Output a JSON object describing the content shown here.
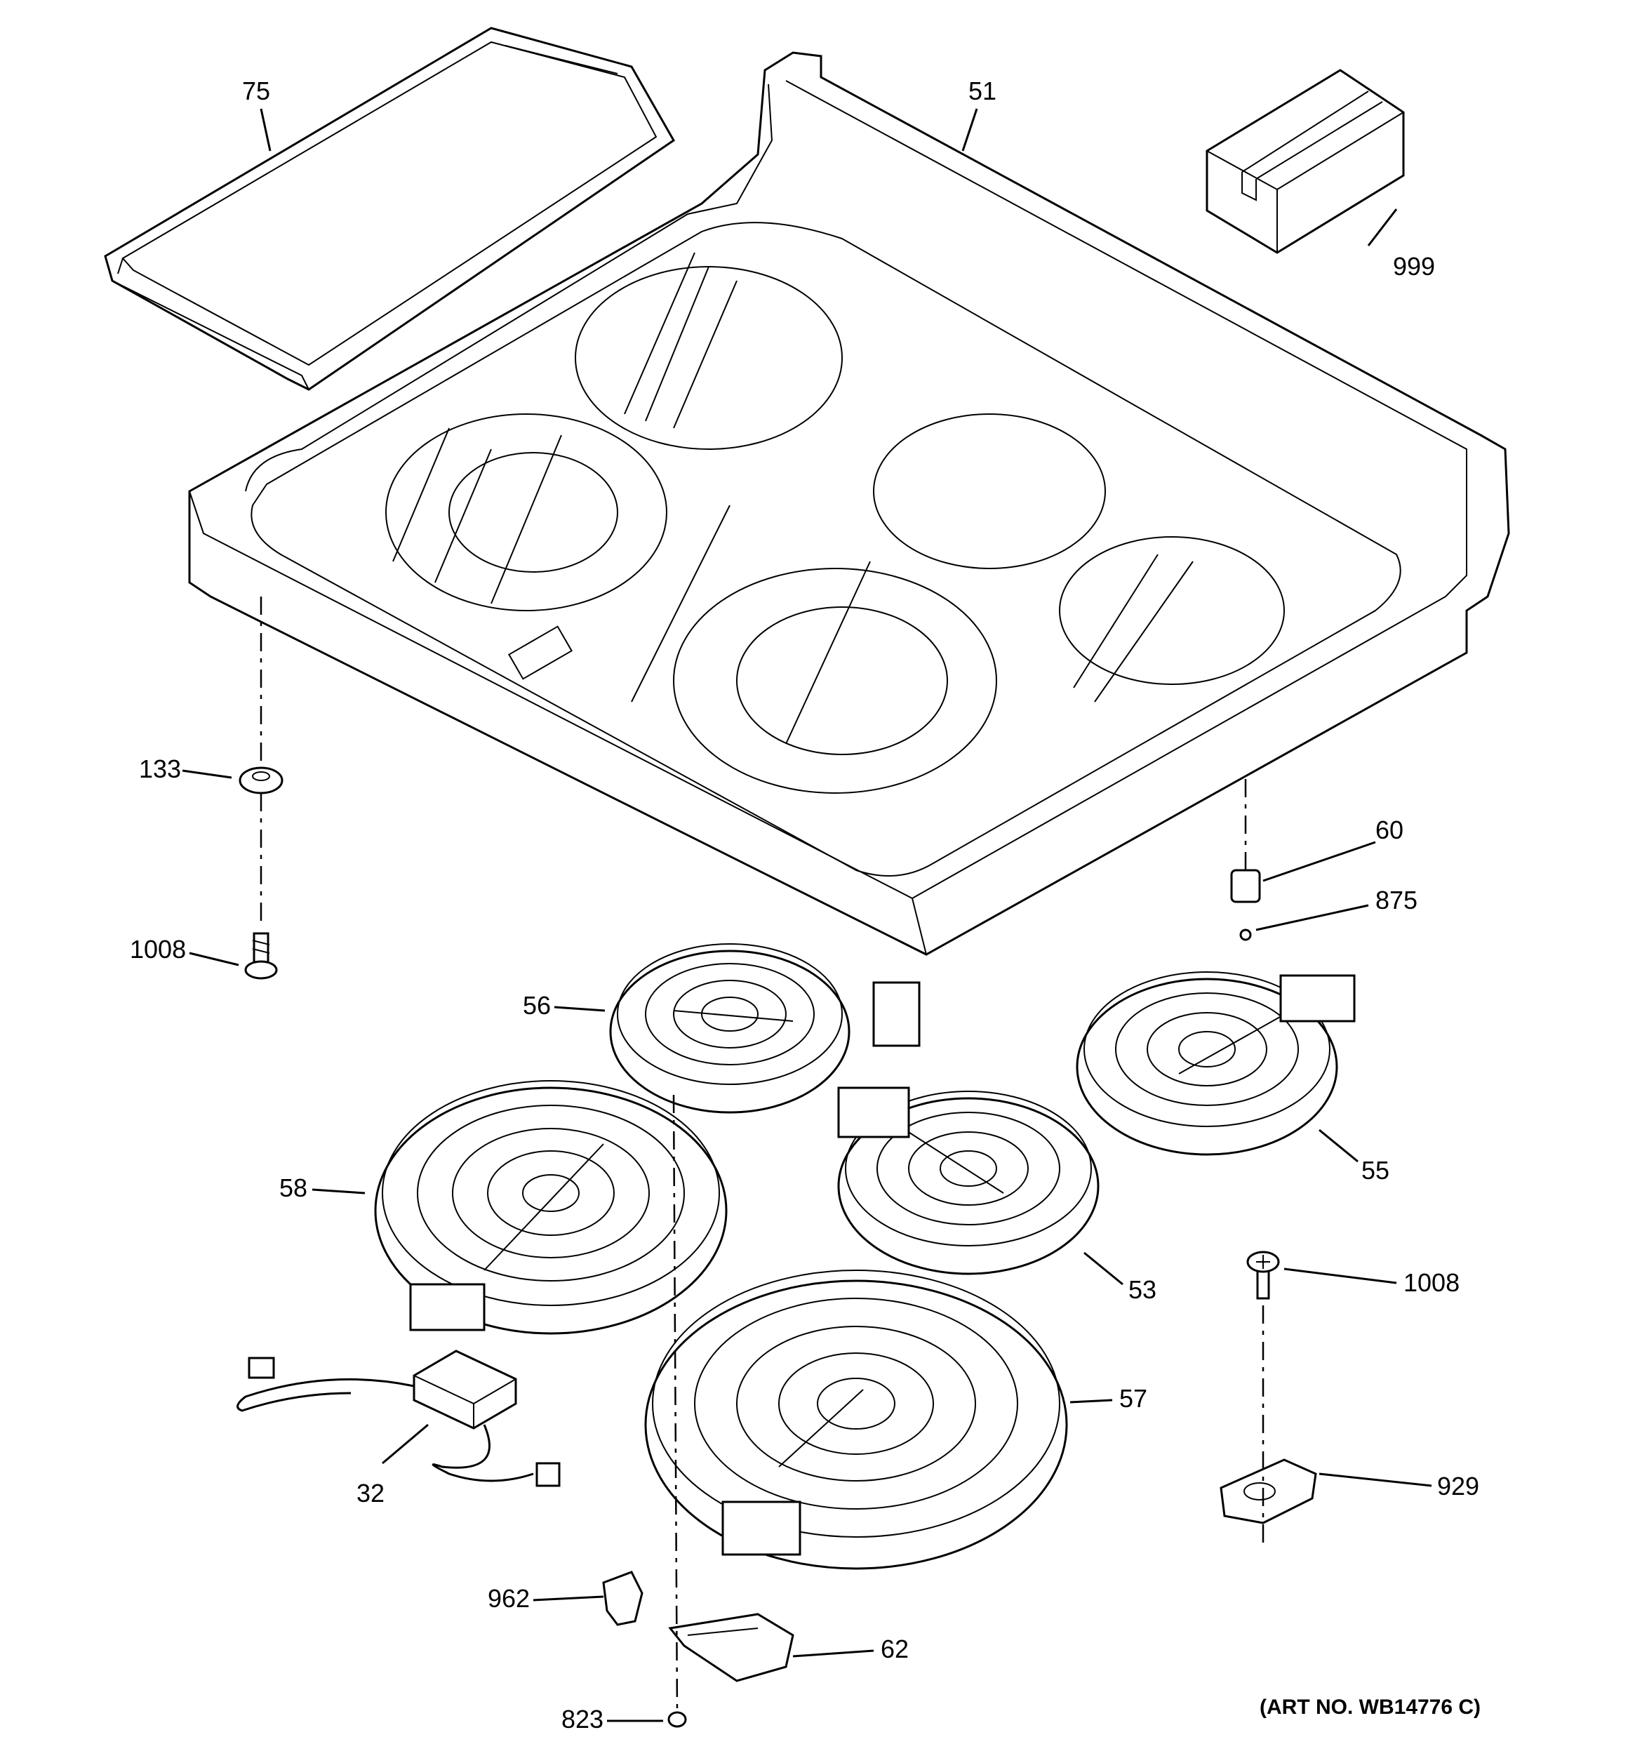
{
  "parts": [
    {
      "id": "p75",
      "label": "75"
    },
    {
      "id": "p51",
      "label": "51"
    },
    {
      "id": "p999",
      "label": "999"
    },
    {
      "id": "p133",
      "label": "133"
    },
    {
      "id": "p1008a",
      "label": "1008"
    },
    {
      "id": "p60",
      "label": "60"
    },
    {
      "id": "p875",
      "label": "875"
    },
    {
      "id": "p56",
      "label": "56"
    },
    {
      "id": "p58",
      "label": "58"
    },
    {
      "id": "p55",
      "label": "55"
    },
    {
      "id": "p53",
      "label": "53"
    },
    {
      "id": "p1008b",
      "label": "1008"
    },
    {
      "id": "p57",
      "label": "57"
    },
    {
      "id": "p32",
      "label": "32"
    },
    {
      "id": "p929",
      "label": "929"
    },
    {
      "id": "p962",
      "label": "962"
    },
    {
      "id": "p62",
      "label": "62"
    },
    {
      "id": "p823",
      "label": "823"
    }
  ],
  "art_number": "(ART NO. WB14776 C)"
}
